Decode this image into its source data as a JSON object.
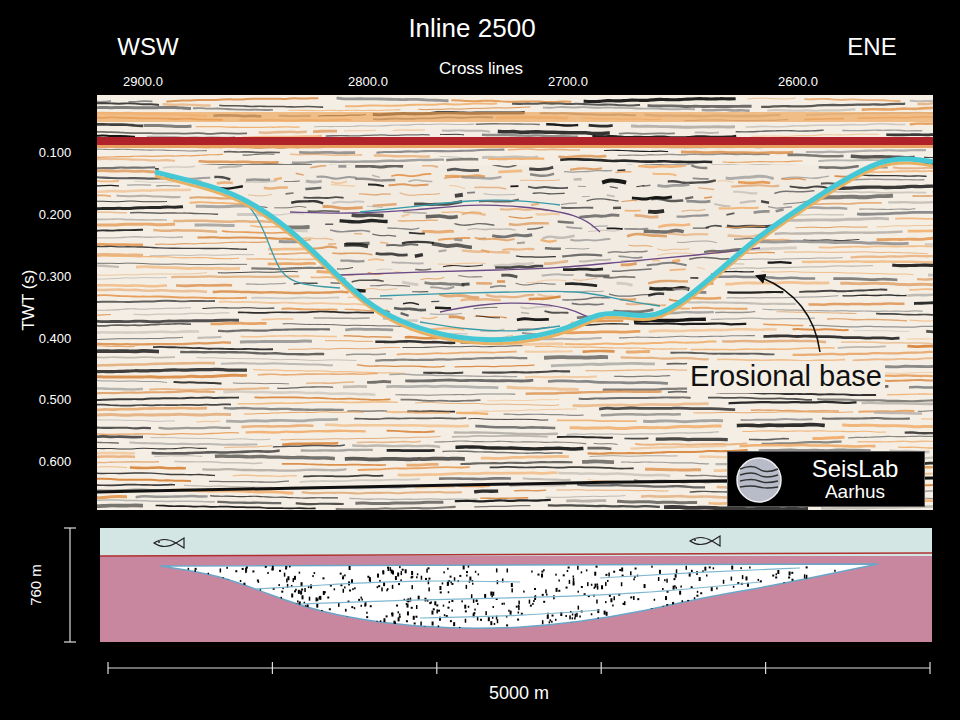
{
  "diagram": {
    "title": "Inline 2500",
    "nodes": [
      {
        "text": [
          "SeisLab",
          "Aarhus"
        ]
      }
    ],
    "labels": [
      "WSW",
      "ENE",
      "Cross lines",
      "2900.0",
      "2800.0",
      "2700.0",
      "2600.0",
      "TWT (s)",
      "0.100",
      "0.200",
      "0.300",
      "0.400",
      "0.500",
      "0.600",
      "Erosional base",
      "760 m",
      "5000 m"
    ]
  }
}
